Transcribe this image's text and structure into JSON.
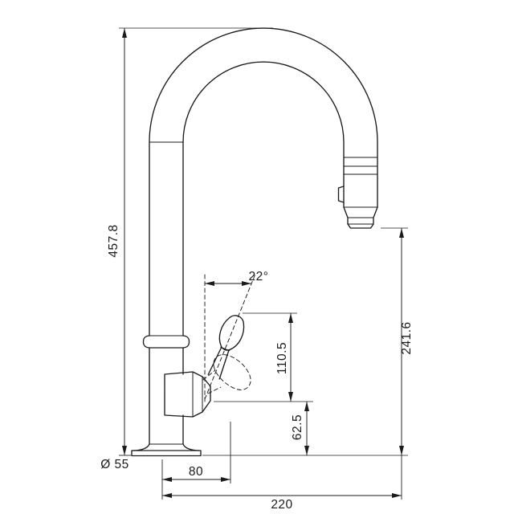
{
  "page": {
    "background_color": "#ffffff",
    "line_color": "#1b1b1b"
  },
  "drawing": {
    "subject": "kitchen-mixer-tap-side-elevation",
    "labels": {
      "overall_height": "457.8",
      "spout_outlet_height": "241.6",
      "handle_height": "110.5",
      "body_height": "62.5",
      "handle_angle": "22°",
      "base_diameter": "Ø 55",
      "handle_offset": "80",
      "spout_reach": "220"
    }
  }
}
